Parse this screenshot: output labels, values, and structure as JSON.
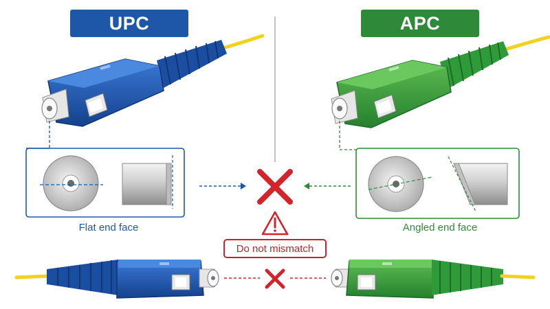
{
  "upc": {
    "title": "UPC",
    "caption": "Flat end face",
    "color": "#1e56a8"
  },
  "apc": {
    "title": "APC",
    "caption": "Angled end face",
    "color": "#2e8a38"
  },
  "warning": {
    "label": "Do not mismatch",
    "color": "#c8232a",
    "icons": [
      "cross-icon",
      "warning-triangle-icon"
    ]
  },
  "fiber_color": "#f2d21b"
}
